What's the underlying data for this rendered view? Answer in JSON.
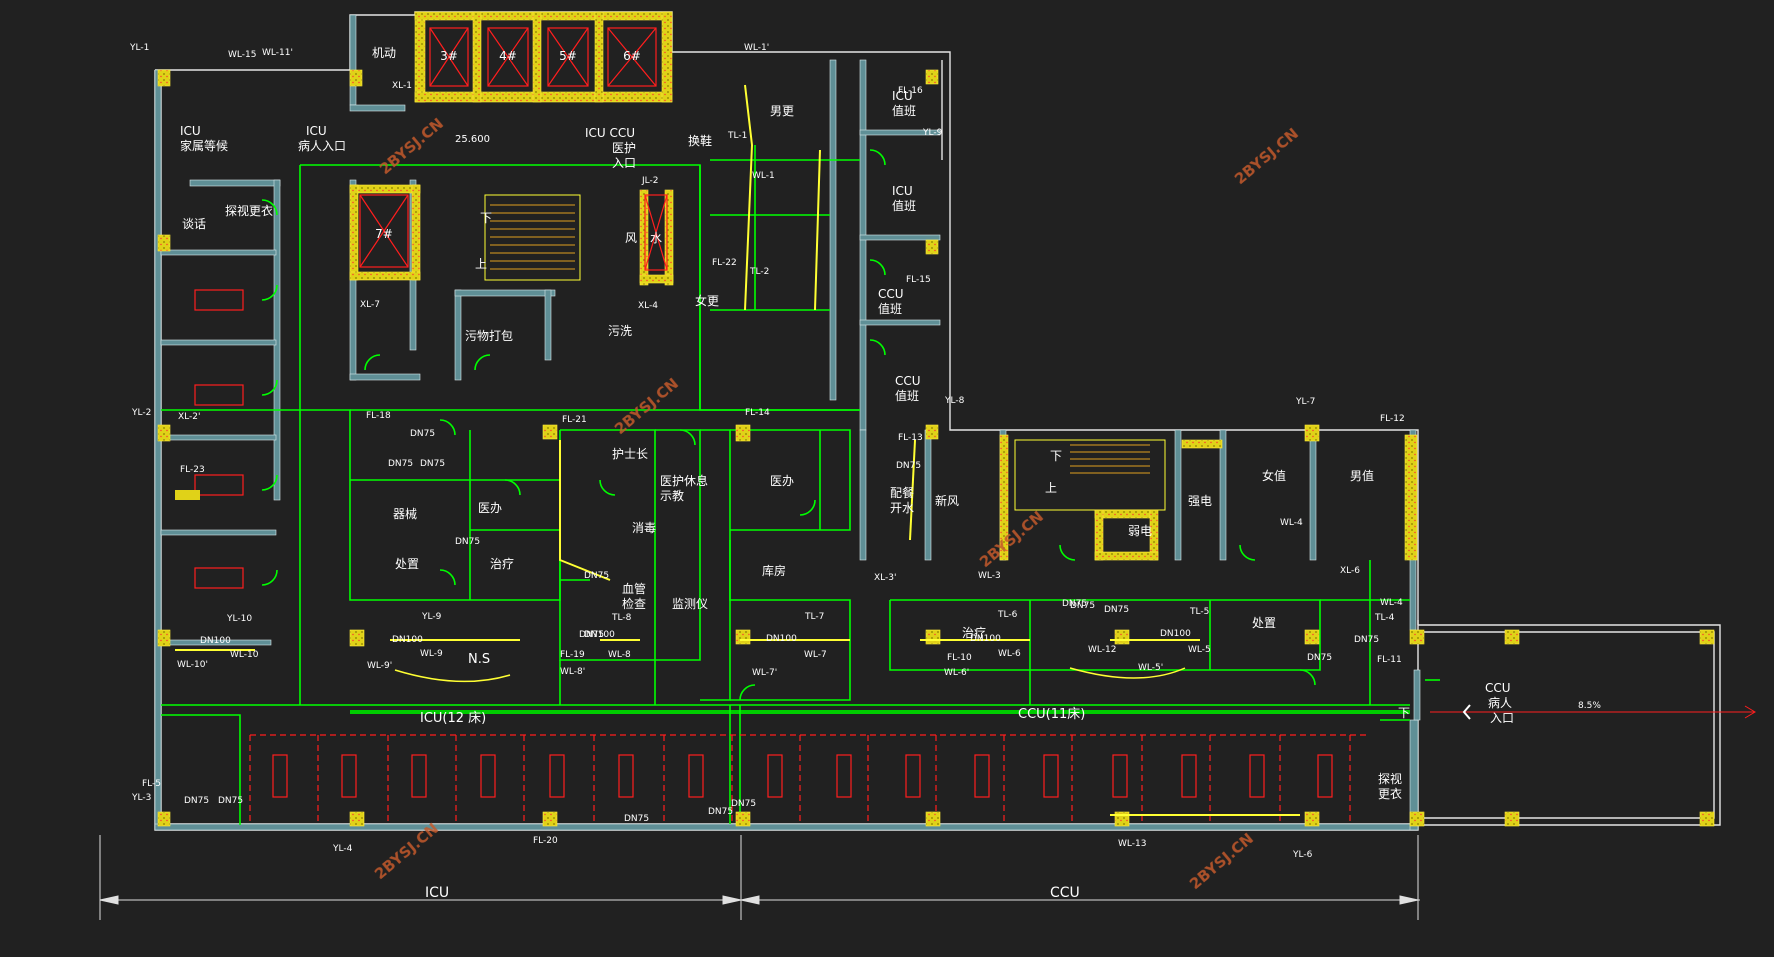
{
  "colors": {
    "background": "#212121",
    "wall": "#e6e6e6",
    "wall_fill": "#5f8f96",
    "column_fill": "#e0d218",
    "pipe_green": "#00ff00",
    "pipe_yellow": "#ffff33",
    "red": "#ff1e1e",
    "label": "#ffffff",
    "watermark": "#c45a2c",
    "dimension": "#e0e0e0"
  },
  "elevators": [
    "3#",
    "4#",
    "5#",
    "6#",
    "7#"
  ],
  "rooms": {
    "jidong": "机动",
    "icu_family": "ICU",
    "icu_family_2": "家属等候",
    "icu_entry": "ICU",
    "icu_entry_2": "病人入口",
    "icu_ccu_entry": "ICU  CCU",
    "icu_ccu_entry_2": "医护",
    "icu_ccu_entry_3": "入口",
    "elevation": "25.600",
    "huangeng": "换鞋",
    "nan_geng": "男更",
    "icu_duty_1": "ICU",
    "icu_duty_1b": "值班",
    "icu_duty_2": "ICU",
    "icu_duty_2b": "值班",
    "ccu_duty_1": "CCU",
    "ccu_duty_1b": "值班",
    "ccu_duty_2": "CCU",
    "ccu_duty_2b": "值班",
    "tanshi": "谈话",
    "tanshi_geng": "探视更衣",
    "feng": "风",
    "shui": "水",
    "xia": "下",
    "shang": "上",
    "wuwu_dabao": "污物打包",
    "wuxi": "污洗",
    "nv_geng": "女更",
    "hushi_zhang": "护士长",
    "yihu_xiuxi": "医护休息",
    "yihu_xiuxi_2": "示教",
    "yiban_1": "医办",
    "yiban_2": "医办",
    "qixie": "器械",
    "xiaodu": "消毒",
    "peican": "配餐",
    "peican_2": "开水",
    "xinfeng": "新风",
    "qiangdian": "强电",
    "ruodian": "弱电",
    "nv_zhi": "女值",
    "nan_zhi": "男值",
    "chuzhi_1": "处置",
    "zhiliao_1": "治疗",
    "chuzhi_2": "处置",
    "zhiliao_2": "治疗",
    "kufang": "库房",
    "jiance": "监测仪",
    "zhiliao_guan": "血管",
    "zhiliao_guan_2": "检查",
    "ns": "N.S",
    "icu_ward": "ICU(12 床)",
    "ccu_ward": "CCU(11床)",
    "ccu_entry": "CCU",
    "ccu_entry_2": "病人",
    "ccu_entry_3": "入口",
    "ramp_slope": "8.5%",
    "tanshi_2": "探视",
    "tanshi_2b": "更衣",
    "stair_down": "下"
  },
  "pipe_labels": [
    "YL-1",
    "WL-15",
    "WL-11'",
    "XL-1",
    "WL-1'",
    "FL-16",
    "YL-9",
    "TL-1",
    "WL-1",
    "JL-2",
    "FL-22",
    "TL-2",
    "XL-4",
    "FL-15",
    "YL-8",
    "XL-7",
    "YL-2",
    "XL-2'",
    "FL-23",
    "FL-18",
    "DN75",
    "DN75",
    "DN75",
    "FL-21",
    "DN75",
    "FL-14",
    "DN75",
    "FL-13",
    "DN75",
    "DN75",
    "FL-12",
    "YL-7",
    "XL-3'",
    "WL-3",
    "WL-4",
    "XL-6",
    "DN75",
    "DN75",
    "YL-10",
    "DN100",
    "WL-10",
    "WL-10'",
    "YL-9",
    "DN100",
    "WL-9",
    "WL-9'",
    "DN100",
    "TL-8",
    "FL-19",
    "WL-8",
    "WL-8'",
    "TL-7",
    "DN100",
    "WL-7",
    "WL-7'",
    "TL-6",
    "DN100",
    "WL-6",
    "WL-6'",
    "FL-10",
    "TL-5",
    "DN100",
    "WL-5",
    "WL-5'",
    "WL-12",
    "DN75",
    "DN75",
    "DN75",
    "WL-4",
    "TL-4",
    "FL-11",
    "FL-5",
    "YL-3",
    "DN75",
    "DN75",
    "YL-4",
    "FL-20",
    "DN75",
    "DN75",
    "DN75",
    "WL-13",
    "YL-6"
  ],
  "dimensions": {
    "icu": "ICU",
    "ccu": "CCU"
  },
  "watermarks": [
    "2BYSJ.CN",
    "2BYSJ.CN",
    "2BYSJ.CN",
    "2BYSJ.CN",
    "2BYSJ.CN",
    "2BYSJ.CN"
  ]
}
